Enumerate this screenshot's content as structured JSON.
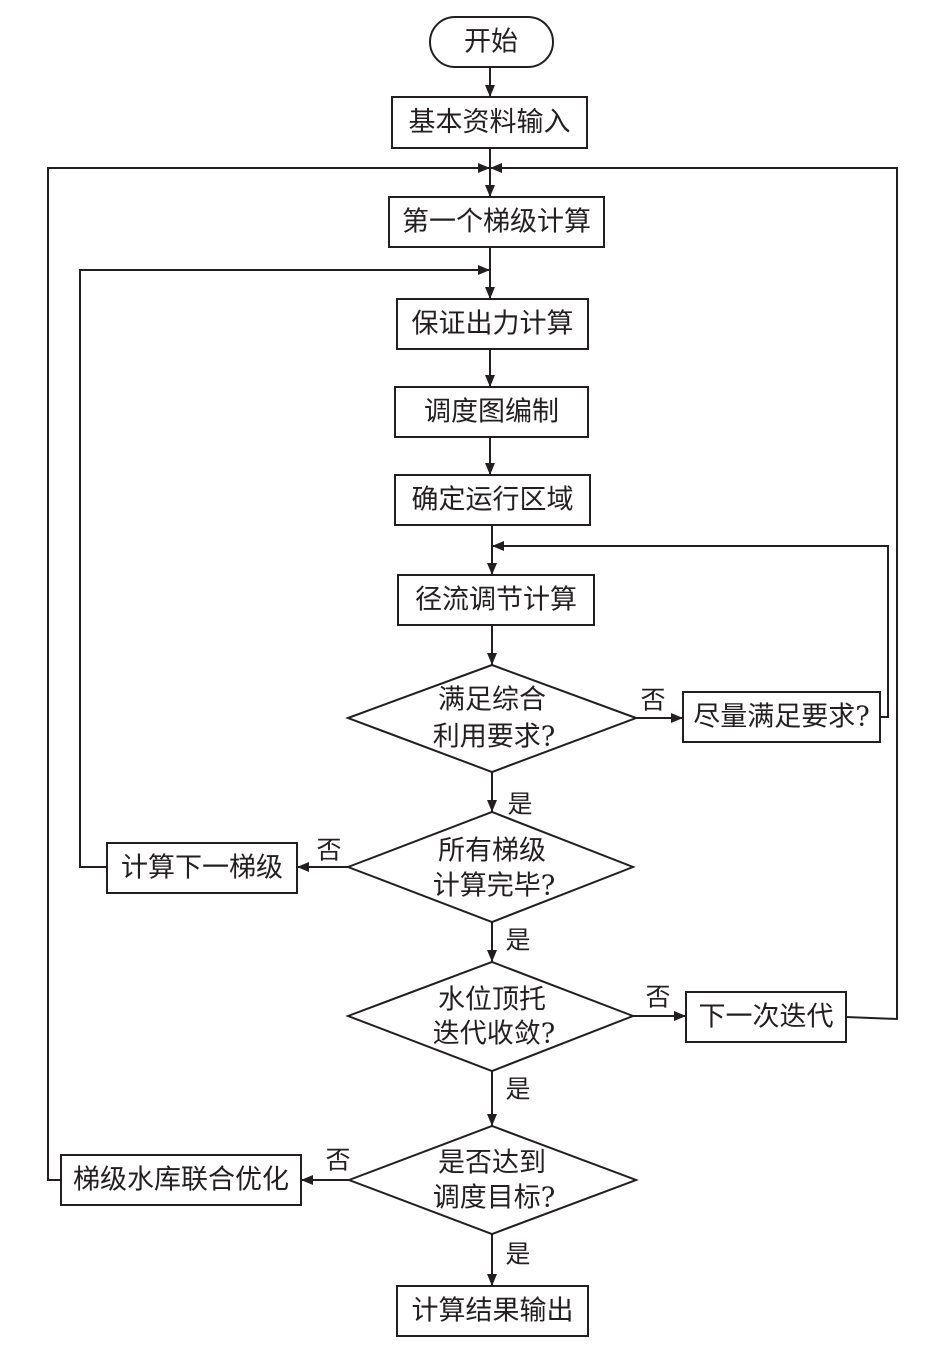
{
  "nodes": {
    "start": "开始",
    "input": "基本资料输入",
    "first_cascade": "第一个梯级计算",
    "guaranteed_output": "保证出力计算",
    "dispatch_chart": "调度图编制",
    "operating_zone": "确定运行区域",
    "runoff_regulation": "径流调节计算",
    "decision_comprehensive": {
      "line1": "满足综合",
      "line2": "利用要求?"
    },
    "best_effort": "尽量满足要求?",
    "decision_all_cascades": {
      "line1": "所有梯级",
      "line2": "计算完毕?"
    },
    "next_cascade": "计算下一梯级",
    "decision_backwater": {
      "line1": "水位顶托",
      "line2": "迭代收敛?"
    },
    "next_iteration": "下一次迭代",
    "decision_target": {
      "line1": "是否达到",
      "line2": "调度目标?"
    },
    "joint_optimization": "梯级水库联合优化",
    "output": "计算结果输出"
  },
  "edge_labels": {
    "yes": "是",
    "no": "否"
  },
  "colors": {
    "stroke": "#231f20",
    "background": "#ffffff"
  }
}
